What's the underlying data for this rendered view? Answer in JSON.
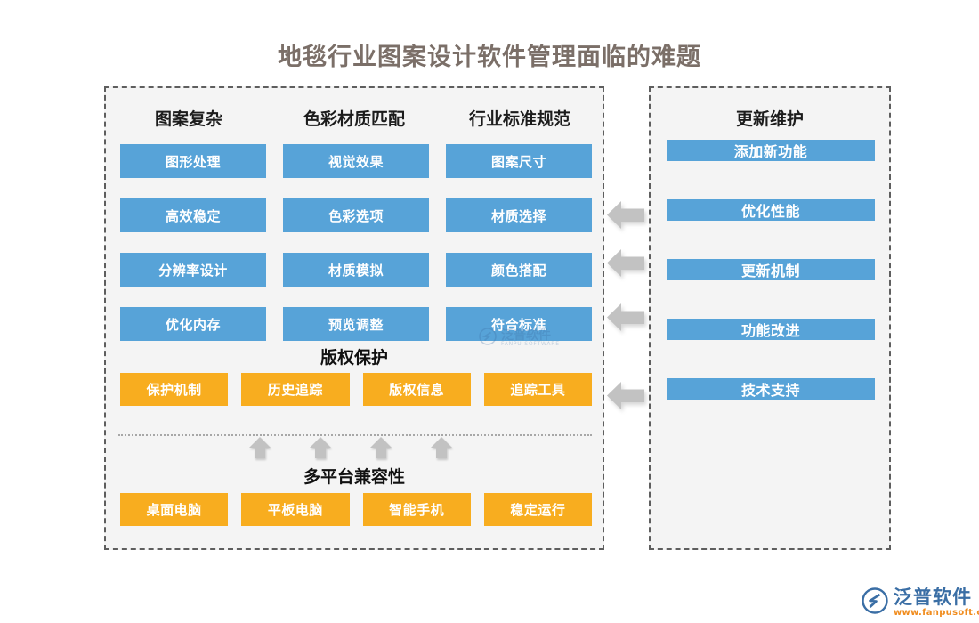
{
  "title": "地毯行业图案设计软件管理面临的难题",
  "colors": {
    "blue": "#57a3d8",
    "orange": "#f8ad1f",
    "panel_bg": "#f4f4f4",
    "panel_border": "#5e5e5e",
    "title": "#7b6f68",
    "arrow": "#c2c2c2"
  },
  "left_panel": {
    "column_headings": [
      "图案复杂",
      "色彩材质匹配",
      "行业标准规范"
    ],
    "grid_rows": [
      [
        "图形处理",
        "视觉效果",
        "图案尺寸"
      ],
      [
        "高效稳定",
        "色彩选项",
        "材质选择"
      ],
      [
        "分辨率设计",
        "材质模拟",
        "颜色搭配"
      ],
      [
        "优化内存",
        "预览调整",
        "符合标准"
      ]
    ],
    "copyright_heading": "版权保护",
    "copyright_items": [
      "保护机制",
      "历史追踪",
      "版权信息",
      "追踪工具"
    ],
    "platform_heading": "多平台兼容性",
    "platform_items": [
      "桌面电脑",
      "平板电脑",
      "智能手机",
      "稳定运行"
    ]
  },
  "right_panel": {
    "heading": "更新维护",
    "items": [
      "添加新功能",
      "优化性能",
      "更新机制",
      "功能改进",
      "技术支持"
    ]
  },
  "watermark": {
    "cn": "泛普软件",
    "en": "FANPU SOFTWARE"
  },
  "logo": {
    "cn": "泛普软件",
    "url": "www.fanpusoft.com"
  }
}
